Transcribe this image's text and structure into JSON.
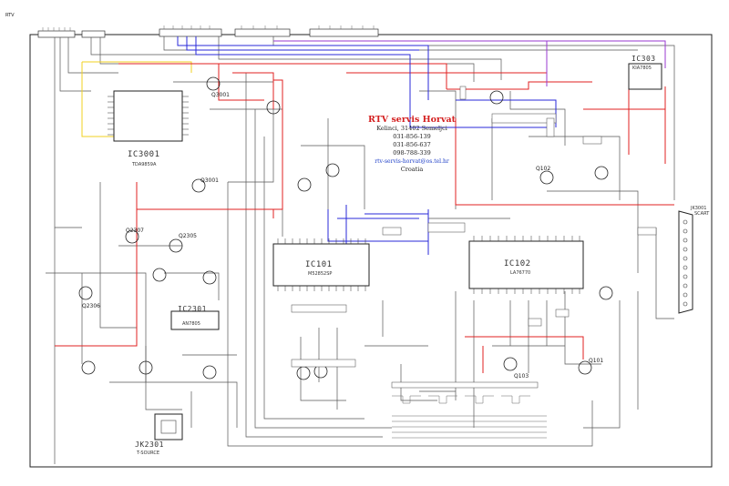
{
  "page_mark": "RTV",
  "ics": {
    "ic3001": {
      "name": "IC3001",
      "part": "TDA9859A"
    },
    "ic2301": {
      "name": "IC2301",
      "part": "AN7805"
    },
    "ic101": {
      "name": "IC101",
      "part": "M52852SP"
    },
    "ic102": {
      "name": "IC102",
      "part": "LA76770"
    },
    "ic303": {
      "name": "IC303",
      "part": "KIA7805"
    },
    "jk2301": {
      "name": "JK2301",
      "part": "T-SOURCE"
    },
    "jk3001": {
      "name": "JK3001",
      "part": "SCART"
    }
  },
  "transistors": [
    "Q3001",
    "Q2305",
    "Q2307",
    "Q2306",
    "Q3001",
    "Q103",
    "Q102",
    "Q101"
  ],
  "stamp": {
    "title": "RTV servis Horvat",
    "address": "Kelinci, 31402 Semeljci",
    "phone1": "031-856-139",
    "phone2": "031-856-637",
    "phone3": "098-788-339",
    "email": "rtv-servis-horvat@os.tel.hr",
    "country": "Croatia"
  },
  "colors": {
    "red": "#e02020",
    "blue": "#2a2ad8",
    "yellow": "#f0d020",
    "purple": "#9a3ad0",
    "wire": "#555555"
  }
}
